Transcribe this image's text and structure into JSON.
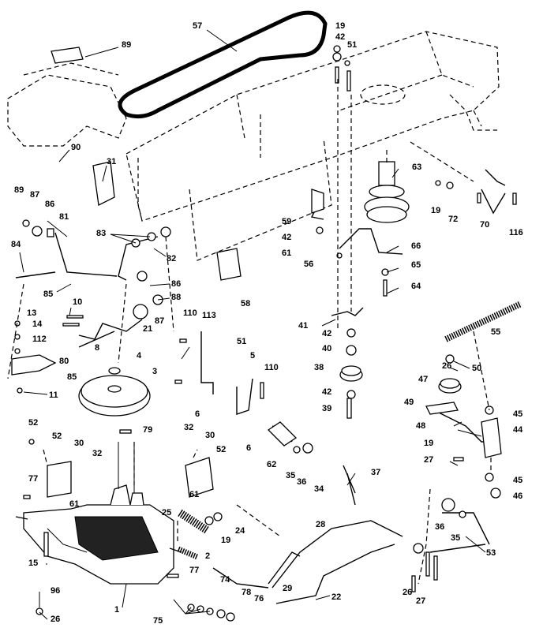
{
  "labels": {
    "p57": "57",
    "p19a": "19",
    "p42a": "42",
    "p51a": "51",
    "p89a": "89",
    "p90": "90",
    "p31": "31",
    "p63": "63",
    "p19b": "19",
    "p72": "72",
    "p70": "70",
    "p116": "116",
    "p89b": "89",
    "p87a": "87",
    "p86a": "86",
    "p81": "81",
    "p83": "83",
    "p82": "82",
    "p59": "59",
    "p42b": "42",
    "p61a": "61",
    "p56": "56",
    "p66": "66",
    "p65": "65",
    "p64": "64",
    "p84": "84",
    "p85a": "85",
    "p86b": "86",
    "p88": "88",
    "p58": "58",
    "p10": "10",
    "p87b": "87",
    "p21": "21",
    "p110a": "110",
    "p113": "113",
    "p13": "13",
    "p14": "14",
    "p112": "112",
    "p8": "8",
    "p41": "41",
    "p42c": "42",
    "p40": "40",
    "p55": "55",
    "p80": "80",
    "p85b": "85",
    "p4": "4",
    "p3": "3",
    "p51b": "51",
    "p5": "5",
    "p110b": "110",
    "p38": "38",
    "p26a": "26",
    "p50": "50",
    "p47": "47",
    "p11": "11",
    "p6a": "6",
    "p42d": "42",
    "p39": "39",
    "p49": "49",
    "p45a": "45",
    "p44": "44",
    "p52a": "52",
    "p79": "79",
    "p48": "48",
    "p19c": "19",
    "p27a": "27",
    "p52b": "52",
    "p30a": "30",
    "p32a": "32",
    "p30b": "30",
    "p6b": "6",
    "p62": "62",
    "p35a": "35",
    "p36a": "36",
    "p34": "34",
    "p52c": "52",
    "p37": "37",
    "p45b": "45",
    "p46": "46",
    "p77a": "77",
    "p61b": "61",
    "p61c": "61",
    "p32b": "32",
    "p25": "25",
    "p24": "24",
    "p19d": "19",
    "p28": "28",
    "p36b": "36",
    "p35b": "35",
    "p2": "2",
    "p15": "15",
    "p53": "53",
    "p77b": "77",
    "p74": "74",
    "p29": "29",
    "p96": "96",
    "p26b": "26",
    "p78": "78",
    "p76": "76",
    "p22": "22",
    "p27b": "27",
    "p1": "1",
    "p26c": "26",
    "p75": "75"
  }
}
